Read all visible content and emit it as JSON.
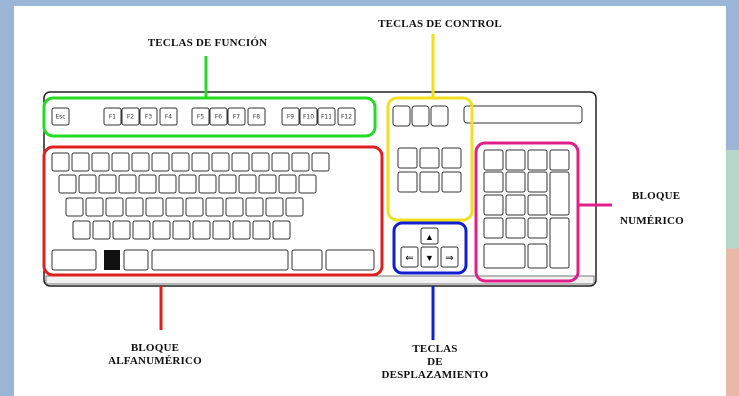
{
  "labels": {
    "function_keys": "TECLAS DE FUNCIÓN",
    "control_keys": "TECLAS DE CONTROL",
    "numeric_block_line1": "BLOQUE",
    "numeric_block_line2": "NUMÉRICO",
    "alnum_block_line1": "BLOQUE",
    "alnum_block_line2": "ALFANUMÉRICO",
    "scroll_keys_line1": "TECLAS",
    "scroll_keys_line2": "DE",
    "scroll_keys_line3": "DESPLAZAMIENTO"
  },
  "function_row": [
    "Esc",
    "F1",
    "F2",
    "F3",
    "F4",
    "F5",
    "F6",
    "F7",
    "F8",
    "F9",
    "F10",
    "F11",
    "F12"
  ],
  "colors": {
    "function": "#22dd22",
    "control": "#f0e020",
    "numeric": "#e0208a",
    "alnum": "#e02020",
    "scroll": "#1020d0"
  }
}
